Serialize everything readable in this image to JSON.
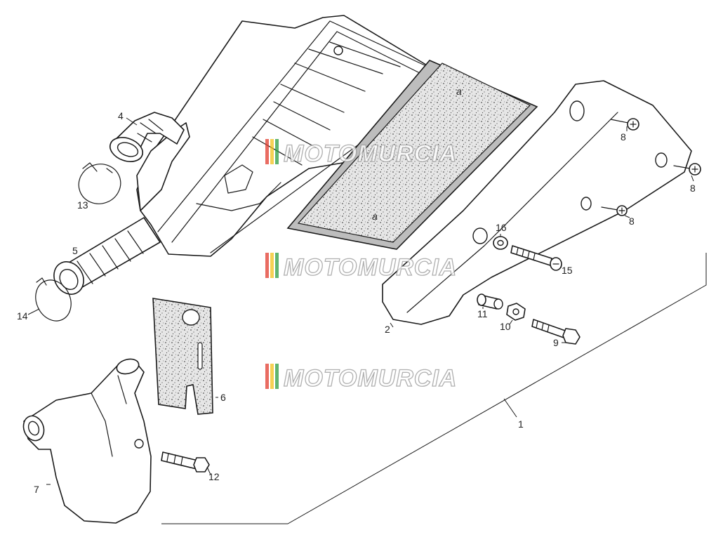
{
  "watermark": {
    "text": "MOTOMURCIA",
    "stripe_colors": [
      "#e23b2e",
      "#f2c21b",
      "#2b9c3f"
    ]
  },
  "parts": [
    {
      "id": "1",
      "label": "1"
    },
    {
      "id": "2",
      "label": "2"
    },
    {
      "id": "4",
      "label": "4"
    },
    {
      "id": "5",
      "label": "5"
    },
    {
      "id": "6",
      "label": "6"
    },
    {
      "id": "7",
      "label": "7"
    },
    {
      "id": "8a",
      "label": "8"
    },
    {
      "id": "8b",
      "label": "8"
    },
    {
      "id": "8c",
      "label": "8"
    },
    {
      "id": "9",
      "label": "9"
    },
    {
      "id": "10",
      "label": "10"
    },
    {
      "id": "11",
      "label": "11"
    },
    {
      "id": "12",
      "label": "12"
    },
    {
      "id": "13",
      "label": "13"
    },
    {
      "id": "14",
      "label": "14"
    },
    {
      "id": "15",
      "label": "15"
    },
    {
      "id": "16",
      "label": "16"
    }
  ]
}
